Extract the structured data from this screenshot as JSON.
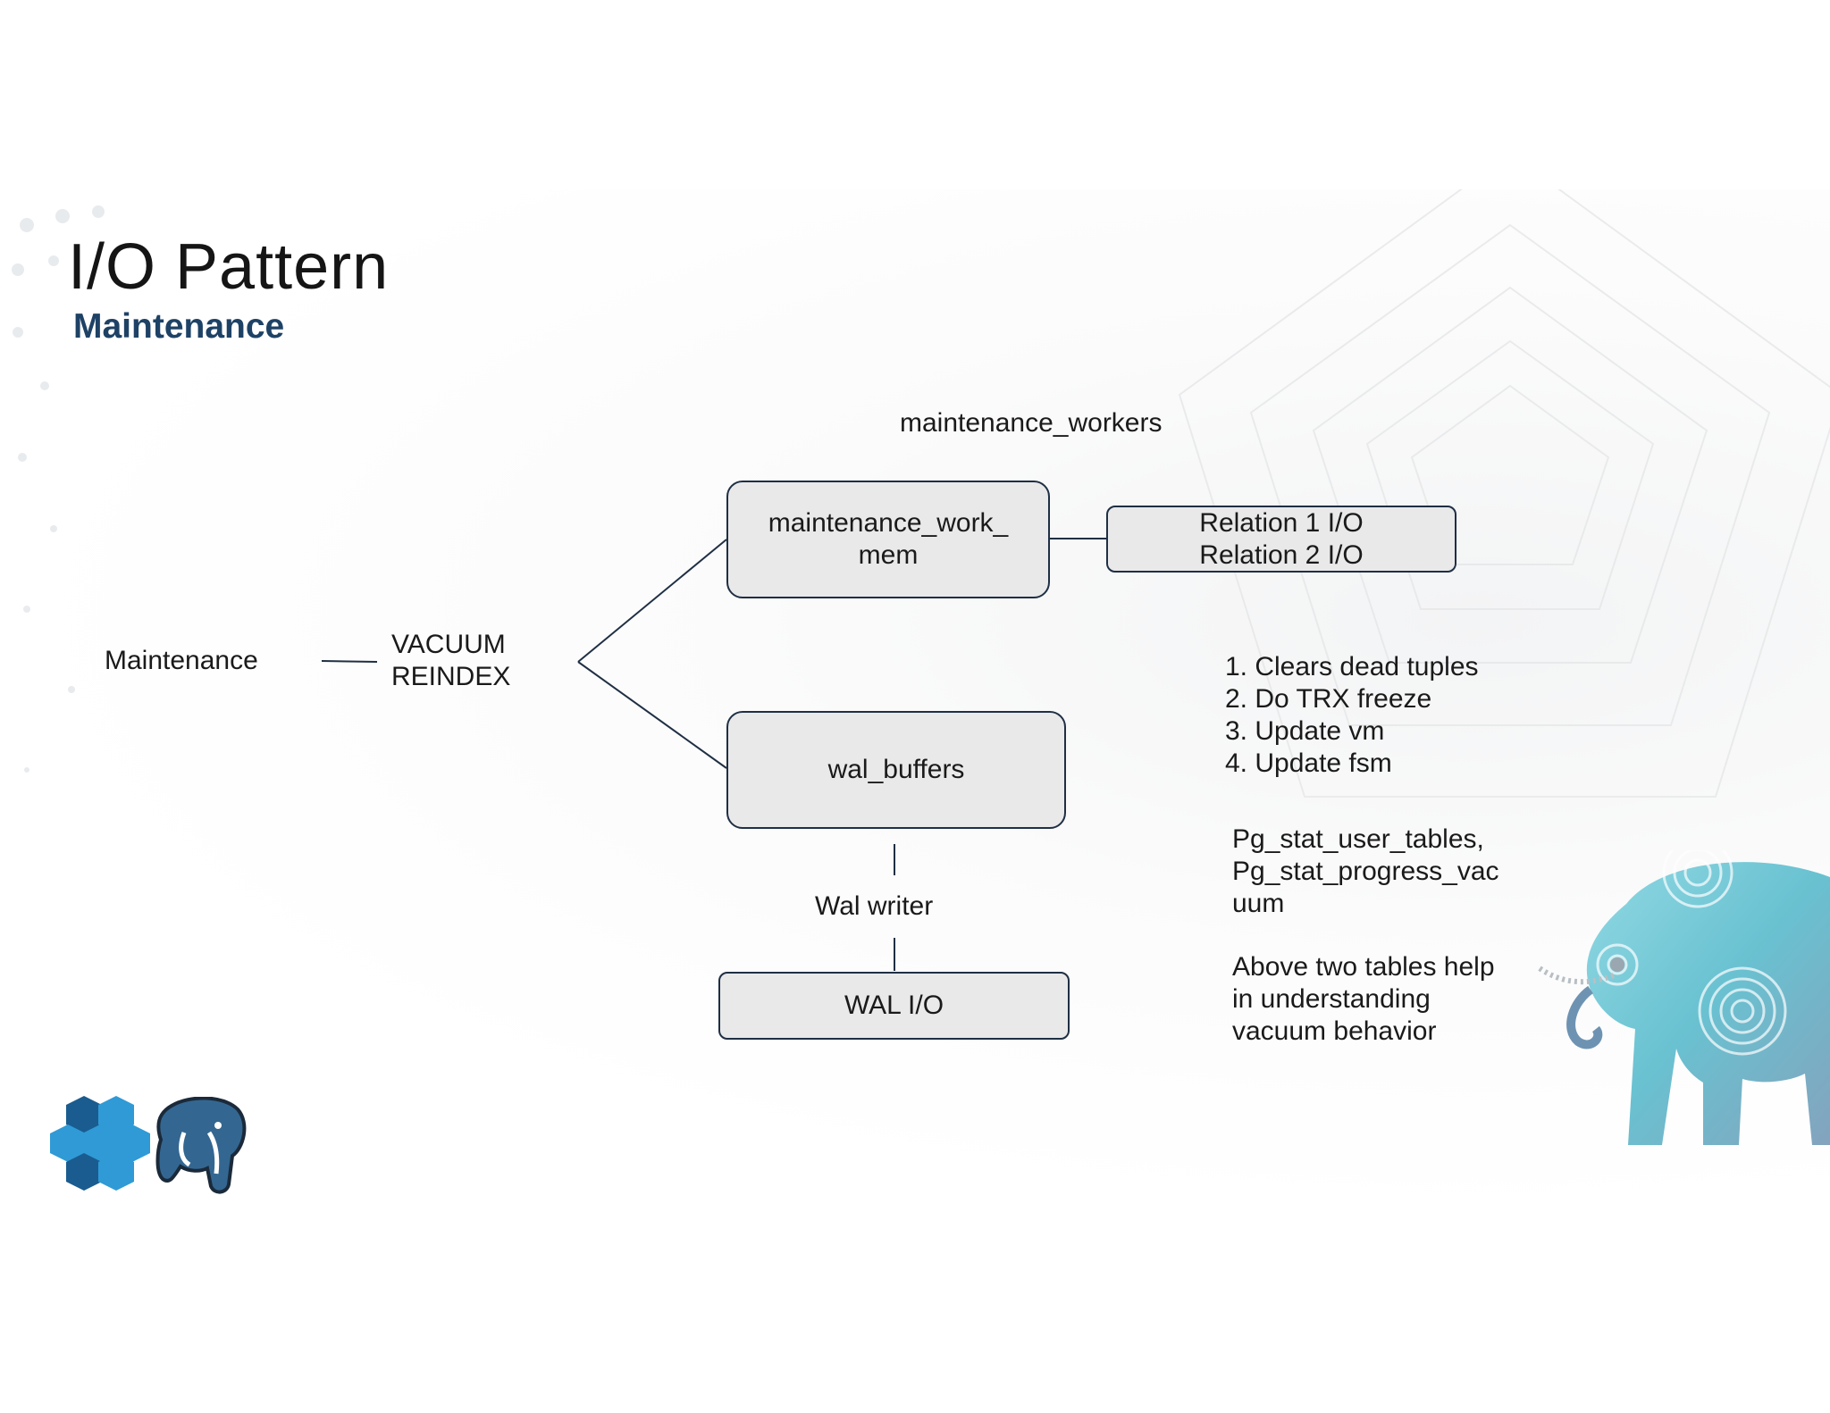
{
  "slide": {
    "title": "I/O Pattern",
    "subtitle": "Maintenance",
    "colors": {
      "subtitle": "#1e4266",
      "box_fill": "#e9e9ea",
      "box_border": "#1f2f44",
      "elephant_teal": "#4fb7c9",
      "logo_blue": "#1f7fc1"
    }
  },
  "diagram": {
    "source_label": "Maintenance",
    "operations": [
      "VACUUM",
      "REINDEX"
    ],
    "workers_label": "maintenance_workers",
    "work_mem_box": [
      "maintenance_work_",
      "mem"
    ],
    "relation_box": [
      "Relation 1 I/O",
      "Relation 2 I/O"
    ],
    "wal_buffers_box": "wal_buffers",
    "wal_writer_label": "Wal writer",
    "wal_io_box": "WAL I/O"
  },
  "notes": {
    "steps": [
      "1. Clears dead tuples",
      "2. Do TRX freeze",
      "3. Update vm",
      "4. Update fsm"
    ],
    "tables": [
      "Pg_stat_user_tables,",
      "Pg_stat_progress_vac",
      "uum"
    ],
    "help": [
      "Above two tables help",
      "in understanding",
      "vacuum behavior"
    ]
  },
  "decor": {
    "icons": [
      "hexagon-logo-icon",
      "postgresql-elephant-icon",
      "teal-elephant-art-icon"
    ]
  }
}
